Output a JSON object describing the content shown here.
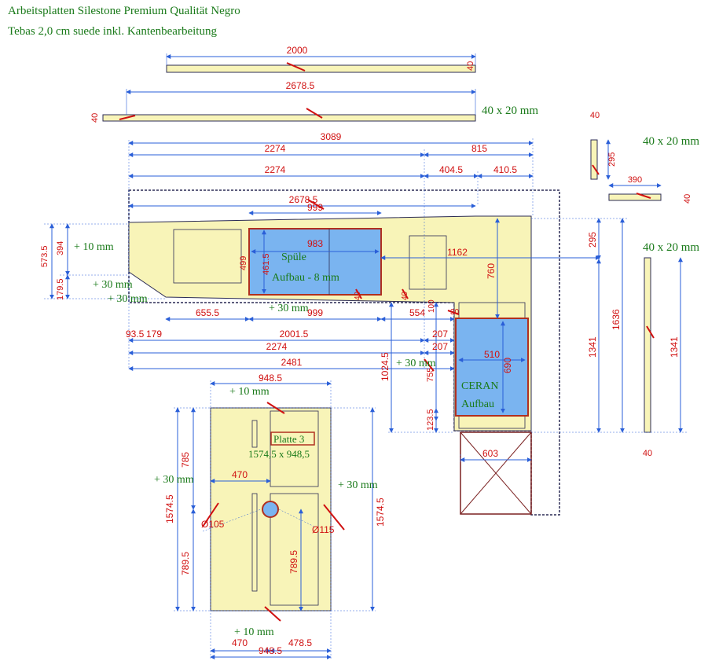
{
  "header": {
    "line1": "Arbeitsplatten Silestone Premium Qualität Negro",
    "line2": "Tebas 2,0 cm suede inkl. Kantenbearbeitung"
  },
  "strips": {
    "strip1_length": "2000",
    "strip1_thick": "40",
    "strip2_length": "2678.5",
    "strip2_thick": "40",
    "strip2_size": "40 x 20 mm",
    "small_top": "40",
    "small_h": "295",
    "small_size": "40 x 20 mm",
    "small2_len": "390",
    "small2_thick": "40",
    "right_size": "40 x 20 mm",
    "right_len": "1341",
    "right_thick": "40"
  },
  "main_dims": {
    "total": "3089",
    "seg_a": "2274",
    "seg_b": "815",
    "seg_c": "2274",
    "seg_d": "404.5",
    "seg_e": "410.5",
    "top_edge": "2678.5",
    "sink_w": "999",
    "sink_inner": "983",
    "sink_h": "499",
    "sink_inner_h": "461.5",
    "left_h": "573.5",
    "left_h2": "394",
    "left_h3": "179.5",
    "plus10": "+ 10 mm",
    "plus30a": "+ 30 mm",
    "plus30b": "+ 30 mm",
    "plus30c": "+ 30 mm",
    "plus30d": "+ 30 mm",
    "d6555": "655.5",
    "d999b": "999",
    "d554": "554",
    "d935": "93.5",
    "d179": "179",
    "d20015": "2001.5",
    "d207a": "207",
    "d207b": "207",
    "d2274b": "2274",
    "d2481": "2481",
    "d1162": "1162",
    "d760": "760",
    "d295": "295",
    "d1341": "1341",
    "d1636": "1636",
    "d40a": "40",
    "d40b": "40",
    "d100": "100",
    "d30": "30",
    "d10245": "1024.5",
    "d755": "755",
    "d1235": "123.5",
    "ceran_w": "510",
    "ceran_h": "690",
    "d603": "603",
    "spuele_label": "Spüle",
    "spuele_sub": "Aufbau - 8 mm",
    "ceran_label": "CERAN",
    "ceran_sub": "Aufbau"
  },
  "plate3": {
    "width": "948.5",
    "plus10_top": "+ 10 mm",
    "plus30_left": "+ 30 mm",
    "plus30_right": "+ 30 mm",
    "plus10_bottom": "+ 10 mm",
    "label": "Platte 3",
    "size": "1574,5 x 948,5",
    "h_left": "1574.5",
    "h_785": "785",
    "h_7895a": "789.5",
    "h_right": "1574.5",
    "h_7895b": "789.5",
    "d470": "470",
    "d105": "Ø105",
    "d115": "Ø115",
    "b470": "470",
    "b4785": "478.5",
    "b9485": "948.5"
  },
  "colors": {
    "plate_fill": "#f8f4b8",
    "sink_fill": "#7ab4f0",
    "dim_line": "#2a5fd8",
    "dim_text": "#d01010",
    "label_green": "#1a7a1a",
    "outline_dark": "#2b2b55",
    "cutout": "#b03020"
  }
}
